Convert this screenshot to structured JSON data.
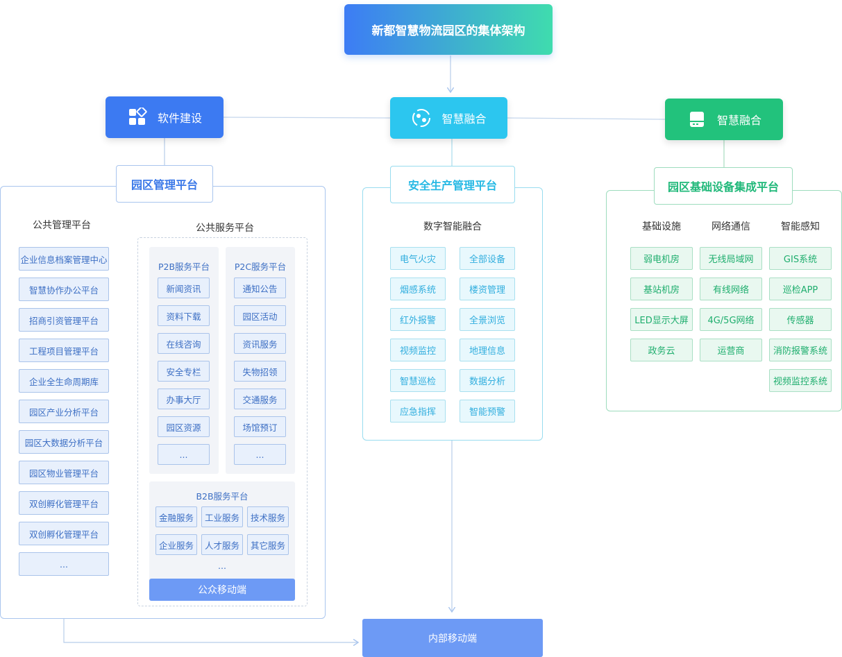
{
  "title": "新都智慧物流园区的集体架构",
  "categories": {
    "software": "软件建设",
    "fusion_mid": "智慧融合",
    "fusion_right": "智慧融合"
  },
  "park_mgmt": {
    "title": "园区管理平台",
    "public_mgmt": {
      "heading": "公共管理平台",
      "items": [
        "企业信息档案管理中心",
        "智慧协作办公平台",
        "招商引资管理平台",
        "工程项目管理平台",
        "企业全生命周期库",
        "园区产业分析平台",
        "园区大数据分析平台",
        "园区物业管理平台",
        "双创孵化管理平台",
        "双创孵化管理平台",
        "..."
      ]
    },
    "public_service": {
      "heading": "公共服务平台",
      "p2b": {
        "label": "P2B服务平台",
        "items": [
          "新闻资讯",
          "资料下载",
          "在线咨询",
          "安全专栏",
          "办事大厅",
          "园区资源",
          "..."
        ]
      },
      "p2c": {
        "label": "P2C服务平台",
        "items": [
          "通知公告",
          "园区活动",
          "资讯服务",
          "失物招领",
          "交通服务",
          "场馆预订",
          "..."
        ]
      },
      "b2b": {
        "label": "B2B服务平台",
        "items": [
          "金融服务",
          "工业服务",
          "技术服务",
          "企业服务",
          "人才服务",
          "其它服务"
        ],
        "more": "..."
      },
      "mobile": "公众移动端"
    }
  },
  "safety": {
    "title": "安全生产管理平台",
    "heading": "数字智能融合",
    "left": [
      "电气火灾",
      "烟感系统",
      "红外报警",
      "视频监控",
      "智慧巡检",
      "应急指挥"
    ],
    "right": [
      "全部设备",
      "楼资管理",
      "全景浏览",
      "地理信息",
      "数据分析",
      "智能预警"
    ]
  },
  "infra": {
    "title": "园区基础设备集成平台",
    "columns": [
      {
        "heading": "基础设施",
        "items": [
          "弱电机房",
          "基站机房",
          "LED显示大屏",
          "政务云"
        ]
      },
      {
        "heading": "网络通信",
        "items": [
          "无线局域网",
          "有线网络",
          "4G/5G网络",
          "运营商"
        ]
      },
      {
        "heading": "智能感知",
        "items": [
          "GIS系统",
          "巡检APP",
          "传感器",
          "消防报警系统",
          "视频监控系统"
        ]
      }
    ]
  },
  "internal_mobile": "内部移动端",
  "colors": {
    "blue": "#3a78e8",
    "cyan": "#27b9e4",
    "green": "#1fb879"
  }
}
